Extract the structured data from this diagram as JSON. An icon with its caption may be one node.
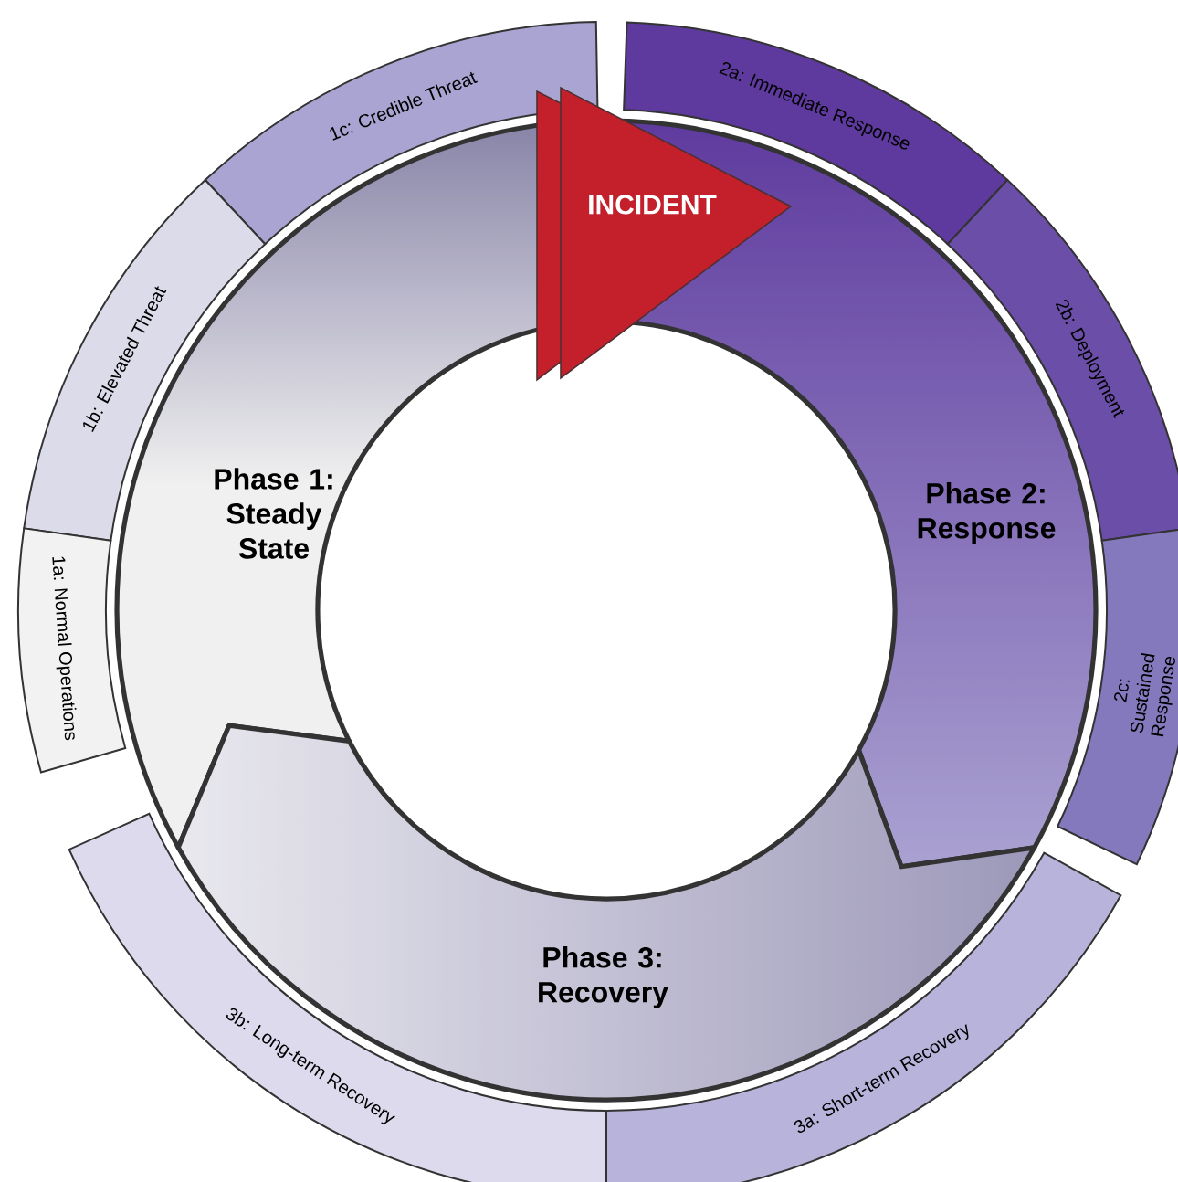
{
  "diagram": {
    "nodes": [
      {
        "text": [
          "1c: Credible Threat"
        ]
      },
      {
        "text": [
          "INCIDENT"
        ]
      },
      {
        "text": [
          "2a: Immediate Response"
        ]
      },
      {
        "text": [
          "1b: Elevated Threat"
        ]
      },
      {
        "text": [
          "2b: Deployment"
        ]
      },
      {
        "text": [
          "Phase 1: Steady State"
        ]
      },
      {
        "text": [
          "Phase 2: Response"
        ]
      },
      {
        "text": [
          "1a: Normal Operations"
        ]
      },
      {
        "text": [
          "2c: Sustained Response"
        ]
      },
      {
        "text": [
          "Phase 3: Recovery"
        ]
      },
      {
        "text": [
          "3b: Long-term Recovery"
        ]
      },
      {
        "text": [
          "3a: Short-term Recovery"
        ]
      }
    ]
  }
}
